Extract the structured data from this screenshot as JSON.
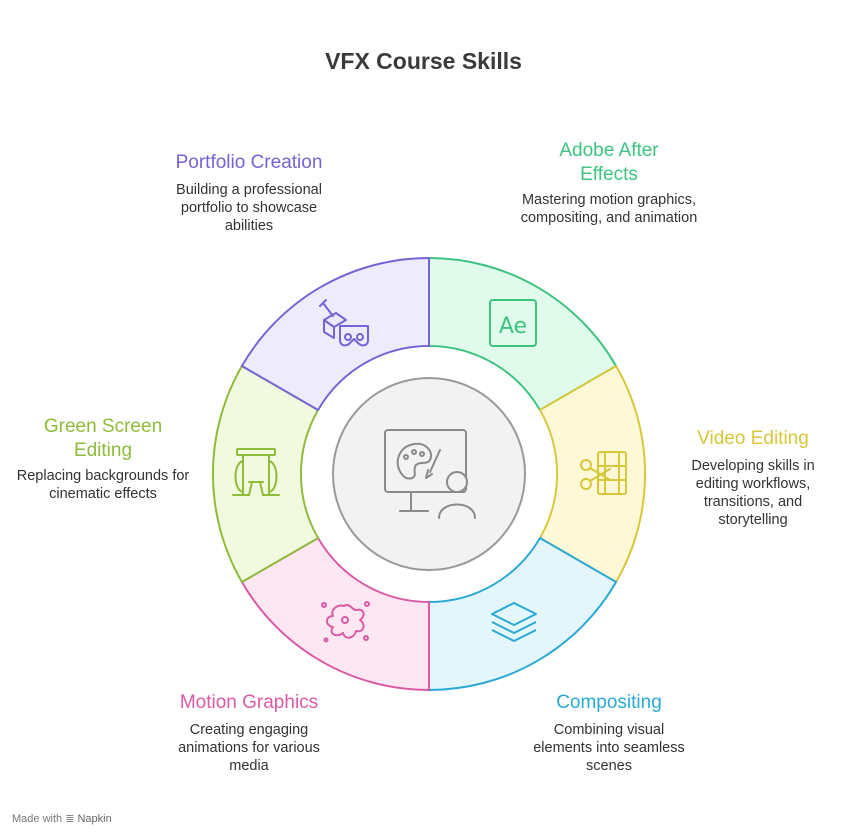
{
  "title": "VFX Course Skills",
  "segments": [
    {
      "id": "adobe",
      "heading": "Adobe After Effects",
      "description": "Mastering motion graphics, compositing, and animation",
      "color": "#3cc47f",
      "fill": "#e0fbec",
      "icon": "after-effects-icon",
      "icon_text": "Ae"
    },
    {
      "id": "video",
      "heading": "Video Editing",
      "description": "Developing skills in editing workflows, transitions, and storytelling",
      "color": "#d9c73a",
      "fill": "#fdf9d8",
      "icon": "film-scissors-icon"
    },
    {
      "id": "compositing",
      "heading": "Compositing",
      "description": "Combining visual elements into seamless scenes",
      "color": "#2aa9d6",
      "fill": "#e4f6fc",
      "icon": "layers-icon"
    },
    {
      "id": "motion",
      "heading": "Motion Graphics",
      "description": "Creating engaging animations for various media",
      "color": "#da5aa6",
      "fill": "#fde7f3",
      "icon": "paint-splash-icon"
    },
    {
      "id": "green",
      "heading": "Green Screen Editing",
      "description": "Replacing backgrounds for cinematic effects",
      "color": "#8fbb3a",
      "fill": "#f1f9de",
      "icon": "green-screen-stand-icon"
    },
    {
      "id": "portfolio",
      "heading": "Portfolio Creation",
      "description": "Building a professional portfolio to showcase abilities",
      "color": "#7564d6",
      "fill": "#eeebfb",
      "icon": "portfolio-tools-icon"
    }
  ],
  "center_icon": "digital-artist-icon",
  "footer": {
    "made_with": "Made with",
    "brand": "Napkin",
    "icon": "napkin-logo-icon"
  }
}
